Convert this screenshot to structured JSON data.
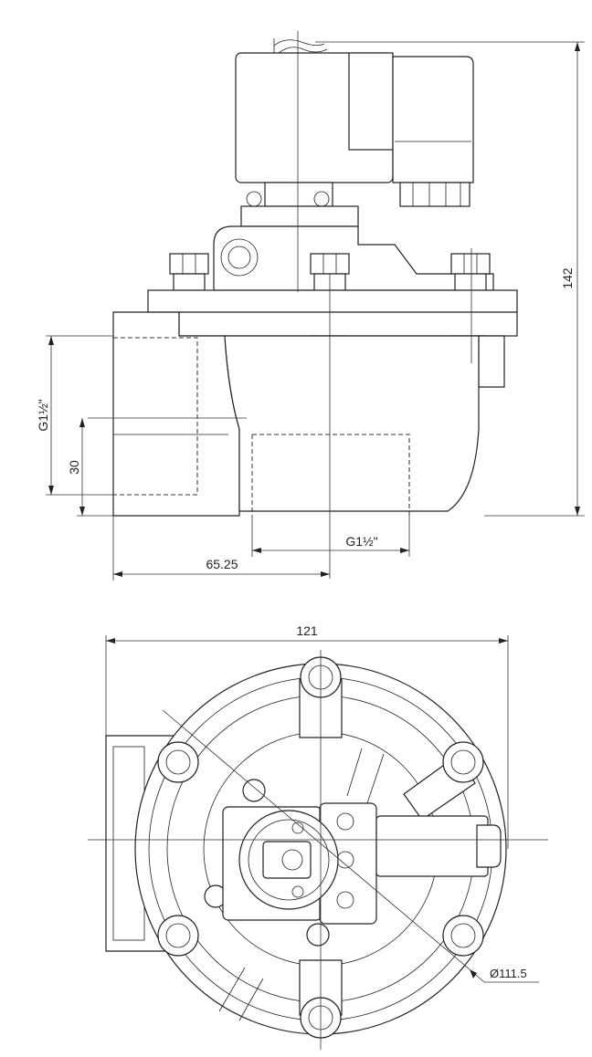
{
  "colors": {
    "line": "#222222",
    "background": "#ffffff"
  },
  "side_view": {
    "dim_height": "142",
    "dim_inlet_thread": "G1½\"",
    "dim_inlet_offset": "30",
    "dim_outlet_thread": "G1½\"",
    "dim_offset": "65.25"
  },
  "top_view": {
    "dim_width": "121",
    "dim_diameter": "Ø111.5"
  }
}
